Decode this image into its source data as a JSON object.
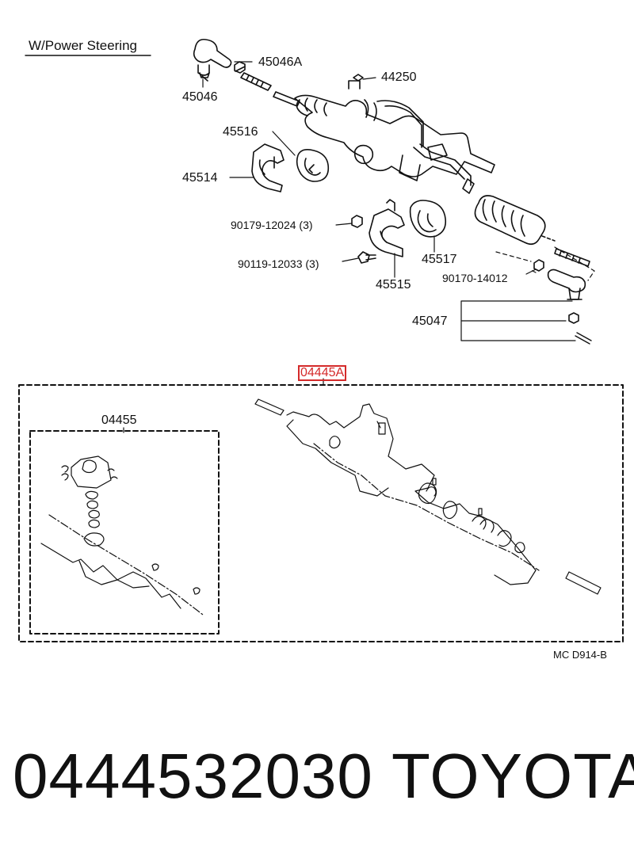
{
  "title": "W/Power Steering",
  "highlighted_part": "04445A",
  "callouts": [
    {
      "id": "45046A",
      "label": "45046A"
    },
    {
      "id": "44250",
      "label": "44250"
    },
    {
      "id": "45046",
      "label": "45046"
    },
    {
      "id": "45516",
      "label": "45516"
    },
    {
      "id": "45514",
      "label": "45514"
    },
    {
      "id": "90179",
      "label": "90179-12024 (3)"
    },
    {
      "id": "90119",
      "label": "90119-12033 (3)"
    },
    {
      "id": "45517",
      "label": "45517"
    },
    {
      "id": "45515",
      "label": "45515"
    },
    {
      "id": "90170",
      "label": "90170-14012"
    },
    {
      "id": "45047",
      "label": "45047"
    },
    {
      "id": "04455",
      "label": "04455"
    }
  ],
  "reference_code": "MC D914-B",
  "footer": {
    "part_number": "0444532030",
    "brand": "TOYOTA"
  },
  "colors": {
    "ink": "#111111",
    "highlight": "#d42a2a"
  }
}
